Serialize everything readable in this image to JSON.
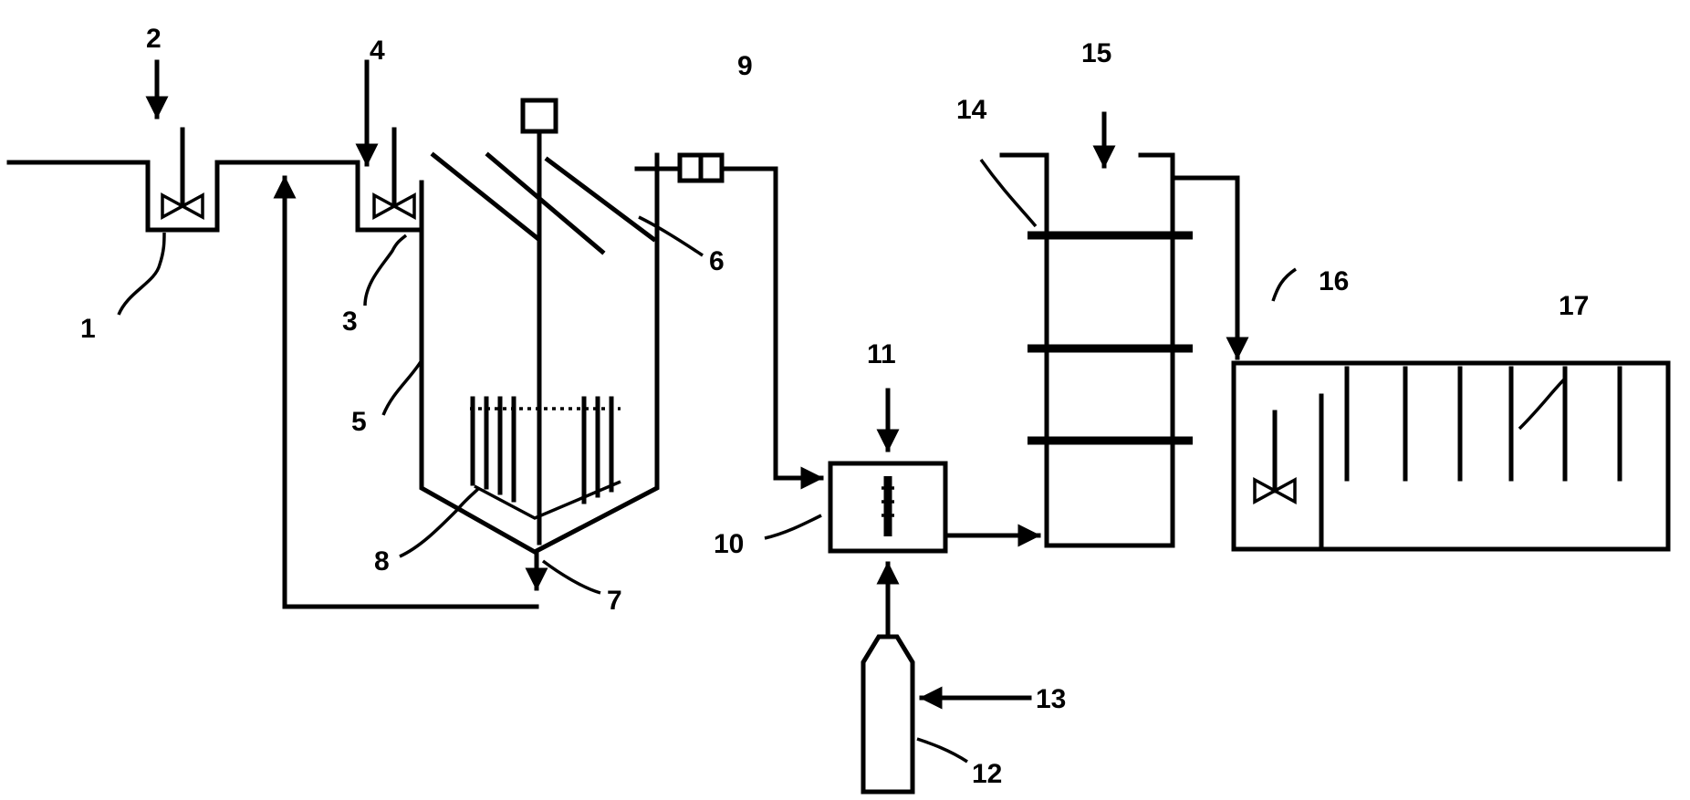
{
  "labels": {
    "l1": "1",
    "l2": "2",
    "l3": "3",
    "l4": "4",
    "l5": "5",
    "l6": "6",
    "l7": "7",
    "l8": "8",
    "l9": "9",
    "l10": "10",
    "l11": "11",
    "l12": "12",
    "l13": "13",
    "l14": "14",
    "l15": "15",
    "l16": "16",
    "l17": "17"
  },
  "colors": {
    "ink": "#000000",
    "paper": "#ffffff"
  },
  "icons": [
    "stirrer-icon",
    "flow-arrow-icon",
    "gas-cylinder-icon",
    "flowmeter-icon"
  ]
}
